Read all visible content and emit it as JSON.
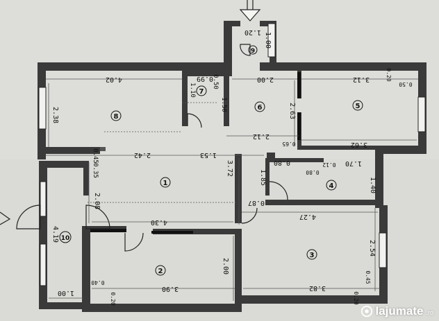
{
  "plan": {
    "rooms": [
      {
        "id": "r8",
        "label": "8"
      },
      {
        "id": "r7",
        "label": "7"
      },
      {
        "id": "r6",
        "label": "6"
      },
      {
        "id": "r5",
        "label": "5"
      },
      {
        "id": "r1",
        "label": "1"
      },
      {
        "id": "r4",
        "label": "4"
      },
      {
        "id": "r10",
        "label": "10"
      },
      {
        "id": "r2",
        "label": "2"
      },
      {
        "id": "r3",
        "label": "3"
      },
      {
        "id": "r9",
        "label": "9"
      }
    ],
    "dimensions": {
      "d_1_20": "1.20",
      "d_1_00_top": "1.00",
      "d_4_02": "4.02",
      "d_0_99": "0.99",
      "d_1_10": "1.10",
      "d_0_50_a": "0.50",
      "d_1_50": "1.50",
      "d_2_00_hall": "2.00",
      "d_3_12": "3.12",
      "d_0_20_a": "0.20",
      "d_0_50_b": "0.50",
      "d_2_38": "2.38",
      "d_2_63": "2.63",
      "d_2_12": "2.12",
      "d_0_65": "0.65",
      "d_3_62": "3.62",
      "d_0_45": "0.45",
      "d_2_42": "2.42",
      "d_1_53": "1.53",
      "d_3_72": "3.72",
      "d_0_80_a": "0.80",
      "d_0_80_b": "0.80",
      "d_0_12": "0.12",
      "d_1_70": "1.70",
      "d_0_35": "0.35",
      "d_1_85": "1.85",
      "d_1_40": "1.40",
      "d_2_08": "2.08",
      "d_0_87": "0.87",
      "d_4_27": "4.27",
      "d_4_19": "4.19",
      "d_4_30": "4.30",
      "d_2_54": "2.54",
      "d_2_00_r2": "2.00",
      "d_0_40": "0.40",
      "d_3_90": "3.90",
      "d_3_82": "3.82",
      "d_0_45_b": "0.45",
      "d_1_00_bottom": "1.00",
      "d_0_20_b": "0.20",
      "d_0_20_c": "0.20"
    }
  },
  "watermark": {
    "brand": "lajumate",
    "suffix": ".ro"
  }
}
